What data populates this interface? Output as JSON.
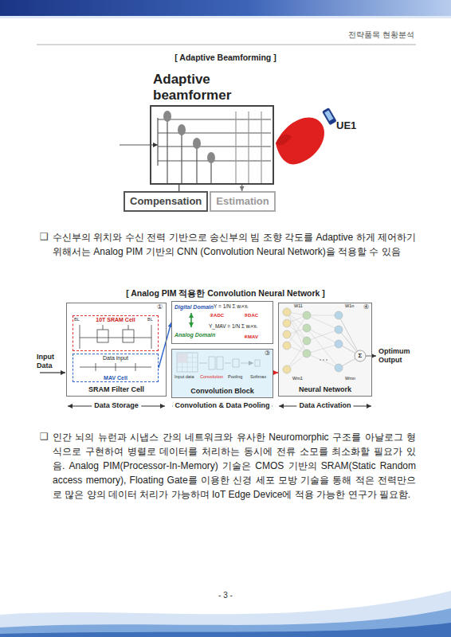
{
  "diagram": {
    "nodes": [
      {
        "text": [
          "Adaptive beamformer"
        ]
      },
      {
        "text": [
          "Compensation"
        ]
      },
      {
        "text": [
          "Estimation"
        ]
      },
      {
        "text": [
          "SRAM Filter Cell"
        ]
      },
      {
        "text": [
          "10T SRAM Cell"
        ],
        "in": 3
      },
      {
        "text": [
          "Data input",
          "MAV Cell"
        ],
        "in": 3
      },
      {
        "text": [
          "Digital Domain",
          "Analog Domain"
        ]
      },
      {
        "text": [
          "Convolution Block"
        ]
      },
      {
        "text": [
          "Neural Network"
        ]
      }
    ],
    "edges": [
      {
        "from": 0,
        "to": 1,
        "arrow": "none"
      },
      {
        "from": 0,
        "to": 2,
        "arrow": "to"
      },
      {
        "from": 5,
        "to": 6,
        "arrow": "to"
      },
      {
        "from": 7,
        "to": 8,
        "arrow": "to"
      }
    ],
    "labels": [
      "전략품목 현황분석",
      "[ Adaptive Beamforming ]",
      "UE1",
      "❑",
      "수신부의 위치와 수신 전력 기반으로 송신부의 빔 조향 각도를 Adaptive 하게 제어하기 위해서는 Analog PIM 기반의 CNN (Convolution Neural Network)을 적용할 수 있음",
      "[ Analog PIM 적용한 Convolution Neural Network ]",
      "Input Data",
      "BL",
      "BL",
      "①",
      "Y = 1/N Σ wᵢ×xᵢ",
      "②ADC",
      "③DAC",
      "Y_MAV = 1/N Σ wᵢ×xᵢ",
      "④MAV",
      "Input data",
      "Convolution",
      "Pooling",
      "Softmax",
      "③",
      "④",
      "W11",
      "W1n",
      "Wm1",
      "Wmn",
      "Σ",
      "Optimum Output",
      "Data Storage",
      "Convolution & Data Pooling",
      "Data Activation",
      "❑",
      "인간 뇌의 뉴런과 시냅스 간의 네트워크와 유사한 Neuromorphic 구조를 아날로그 형식으로 구현하여 병렬로 데이터를 처리하는 동시에 전류 소모를 최소화할 필요가 있음. Analog PIM(Processor-In-Memory) 기술은 CMOS 기반의 SRAM(Static Random access memory), Floating Gate를 이용한 신경 세포 모방 기술을 통해 적은 전력만으로 많은 양의 데이터 처리가 가능하며 IoT Edge Device에 적용 가능한 연구가 필요함.",
      "- 3 -"
    ]
  }
}
